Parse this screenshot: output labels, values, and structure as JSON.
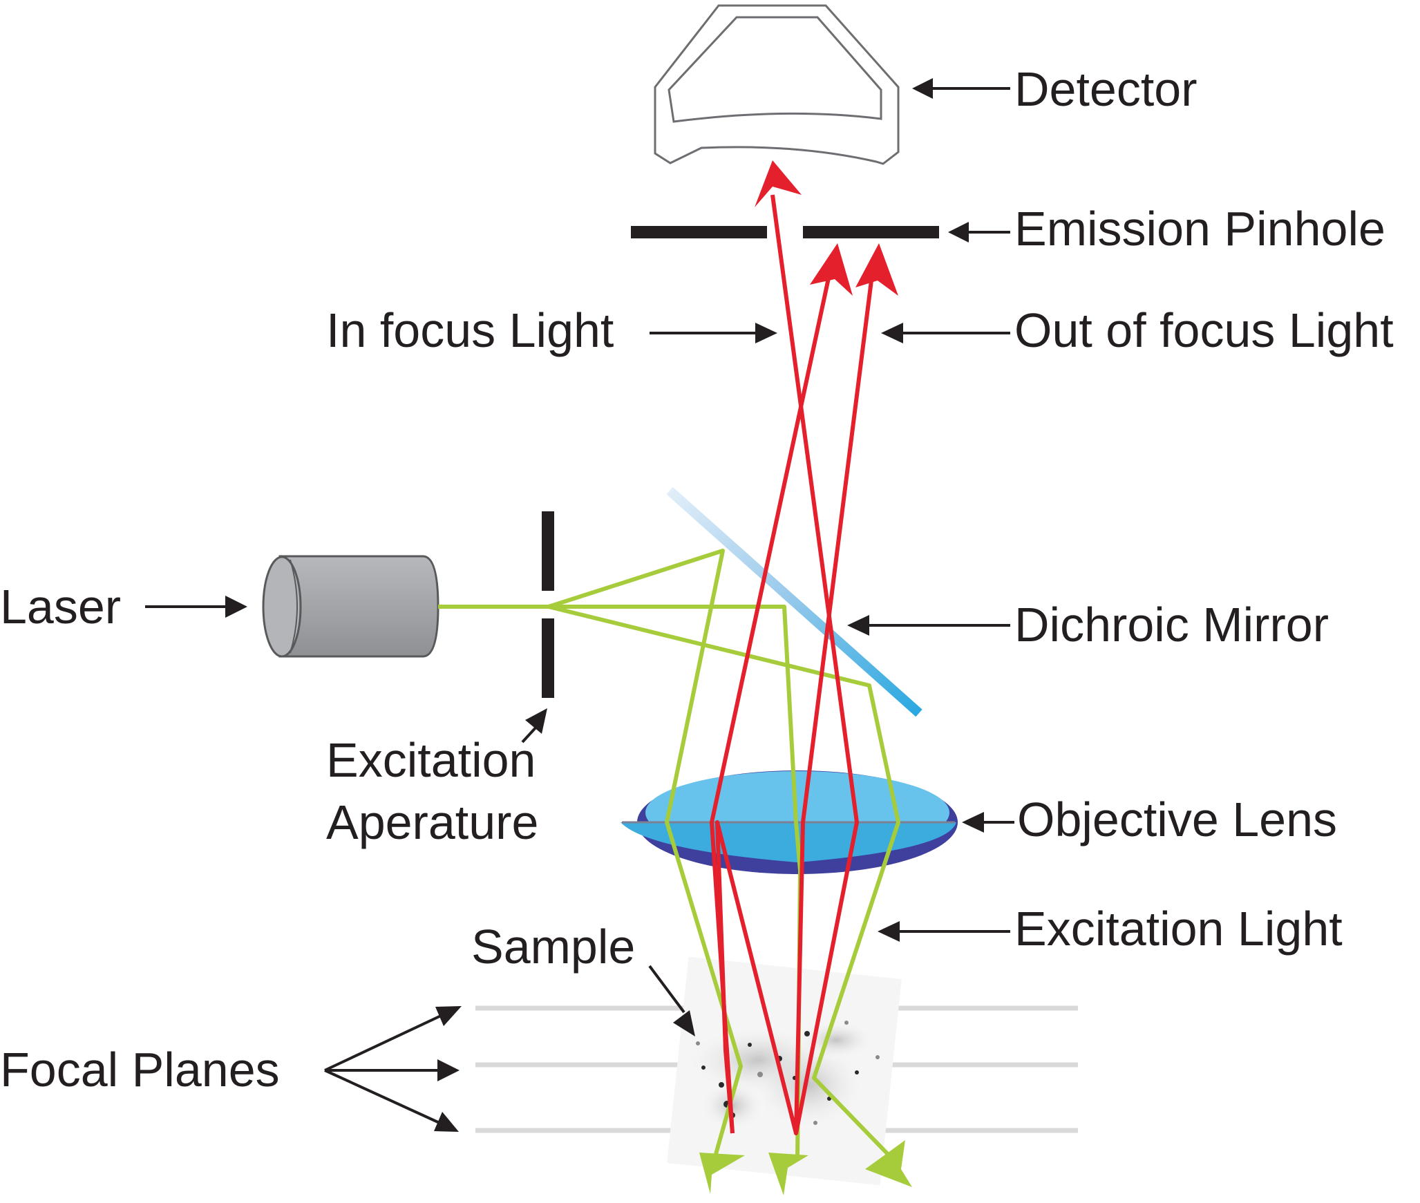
{
  "labels": {
    "detector": "Detector",
    "emission_pinhole": "Emission Pinhole",
    "in_focus_light": "In focus Light",
    "out_of_focus_light": "Out of focus Light",
    "laser": "Laser",
    "dichroic_mirror": "Dichroic Mirror",
    "excitation_aperture_line1": "Excitation",
    "excitation_aperture_line2": "Aperature",
    "objective_lens": "Objective Lens",
    "excitation_light": "Excitation Light",
    "sample": "Sample",
    "focal_planes": "Focal Planes"
  },
  "colors": {
    "emission": "#e3202b",
    "excitation": "#a6cc3b",
    "lens_fill": "#3bb0e3",
    "lens_rim": "#3c3c9a",
    "mirror": "#45b4e8",
    "laser_body": "#a6a8ab",
    "detector_outline": "#6d6e71",
    "focal_plane": "#d9d9d9",
    "text": "#231f20"
  },
  "icons": {
    "detector": "detector-icon",
    "laser": "laser-icon"
  }
}
